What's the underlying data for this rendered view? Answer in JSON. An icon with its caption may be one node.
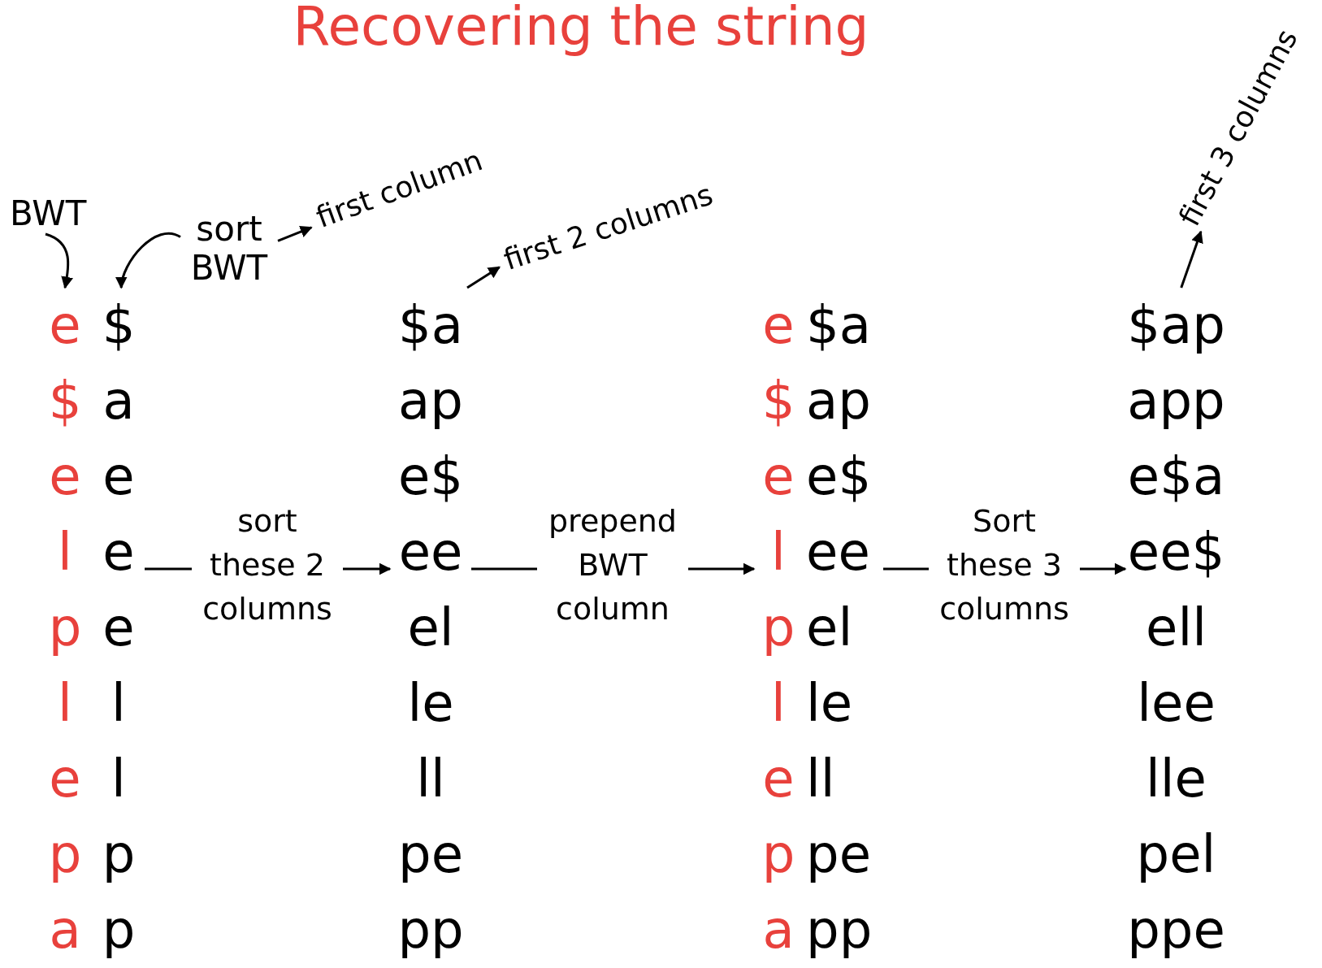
{
  "diagram": {
    "title": "Recovering the string",
    "nodes": [
      {
        "text": [
          "BWT"
        ]
      },
      {
        "text": [
          "e",
          "$",
          "e",
          "l",
          "p",
          "l",
          "e",
          "p",
          "a"
        ]
      },
      {
        "text": [
          "$",
          "a",
          "e",
          "e",
          "e",
          "l",
          "l",
          "p",
          "p"
        ]
      },
      {
        "text": [
          "sort BWT"
        ]
      },
      {
        "text": [
          "$a",
          "ap",
          "e$",
          "ee",
          "el",
          "le",
          "ll",
          "pe",
          "pp"
        ]
      },
      {
        "text": [
          "e",
          "$",
          "e",
          "l",
          "p",
          "l",
          "e",
          "p",
          "a"
        ]
      },
      {
        "text": [
          "$a",
          "ap",
          "e$",
          "ee",
          "el",
          "le",
          "ll",
          "pe",
          "pp"
        ]
      },
      {
        "text": [
          "$ap",
          "app",
          "e$a",
          "ee$",
          "ell",
          "lee",
          "lle",
          "pel",
          "ppe"
        ]
      },
      {
        "text": [
          "first column"
        ]
      },
      {
        "text": [
          "first 2 columns"
        ]
      },
      {
        "text": [
          "first 3 columns"
        ]
      }
    ],
    "edges": [
      {
        "from": 0,
        "to": 1,
        "arrow": "to"
      },
      {
        "from": 3,
        "to": 2,
        "arrow": "to"
      },
      {
        "from": 3,
        "to": 8,
        "arrow": "to"
      },
      {
        "from": 2,
        "to": 4,
        "arrow": "to",
        "label": "sort these 2 columns"
      },
      {
        "from": 4,
        "to": 9,
        "arrow": "to"
      },
      {
        "from": 4,
        "to": 5,
        "arrow": "to",
        "label": "prepend BWT column"
      },
      {
        "from": 6,
        "to": 7,
        "arrow": "to",
        "label": "Sort these 3 columns"
      },
      {
        "from": 7,
        "to": 10,
        "arrow": "to"
      }
    ]
  }
}
